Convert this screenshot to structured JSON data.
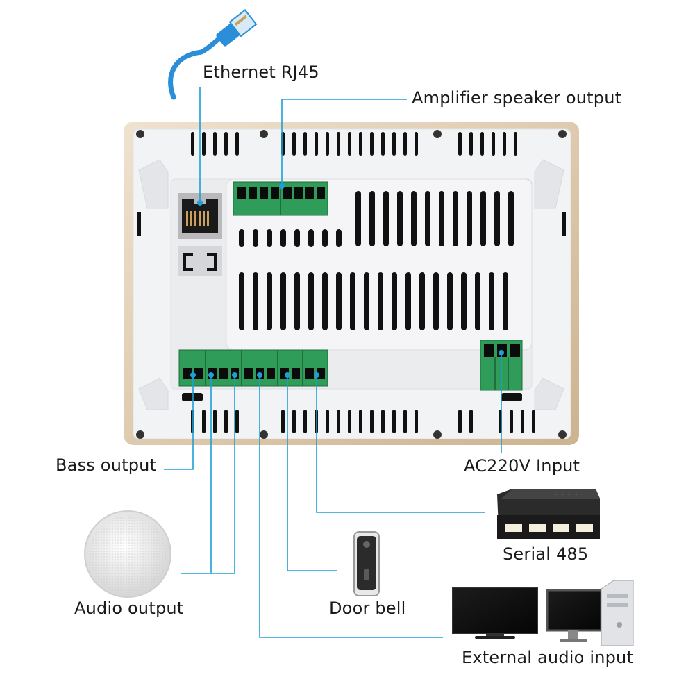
{
  "labels": {
    "ethernet": "Ethernet RJ45",
    "amplifier": "Amplifier speaker output",
    "bass": "Bass output",
    "ac_input": "AC220V Input",
    "serial": "Serial 485",
    "audio_output": "Audio output",
    "door_bell": "Door bell",
    "external_audio": "External audio input"
  },
  "colors": {
    "callout_line": "#1e9fd6",
    "terminal_green": "#2f9c5a",
    "panel_frame": "#d8c3a5",
    "panel_body": "#f1f2f4",
    "cable_blue": "#2a8fd8"
  },
  "icons": {
    "ethernet": "ethernet-cable-icon",
    "speaker": "ceiling-speaker-icon",
    "doorbell": "video-doorbell-icon",
    "serial": "network-switch-icon",
    "computer": "desktop-computer-icon",
    "monitor": "monitor-icon"
  }
}
